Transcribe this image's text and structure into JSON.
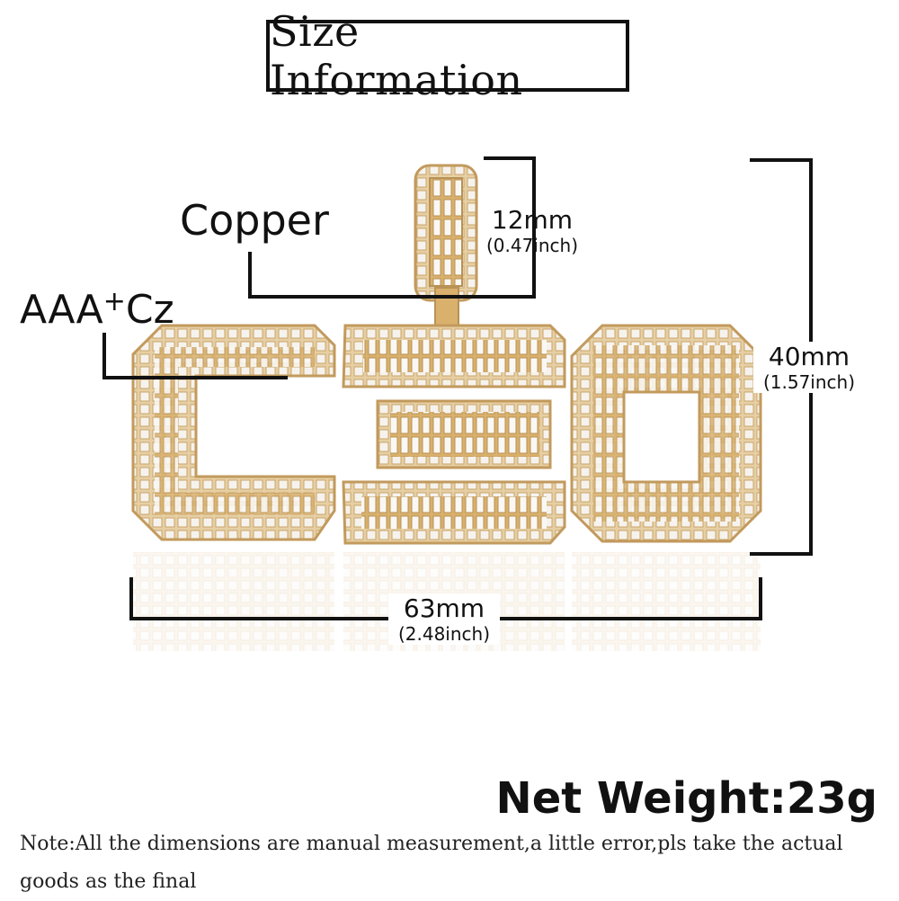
{
  "title": "Size Information",
  "labels": {
    "copper": "Copper",
    "cz_main": "AAA",
    "cz_plus": "+",
    "cz_tail": "Cz"
  },
  "dimensions": {
    "bail_mm": "12mm",
    "bail_inch": "(0.47inch)",
    "height_mm": "40mm",
    "height_inch": "(1.57inch)",
    "width_mm": "63mm",
    "width_inch": "(2.48inch)"
  },
  "weight": "Net Weight:23g",
  "note": "Note:All the dimensions are manual measurement,a little error,pls take the actual goods as the final",
  "colors": {
    "gold": "#d9b06c",
    "stone": "#f4f0ea",
    "ink": "#111111"
  }
}
